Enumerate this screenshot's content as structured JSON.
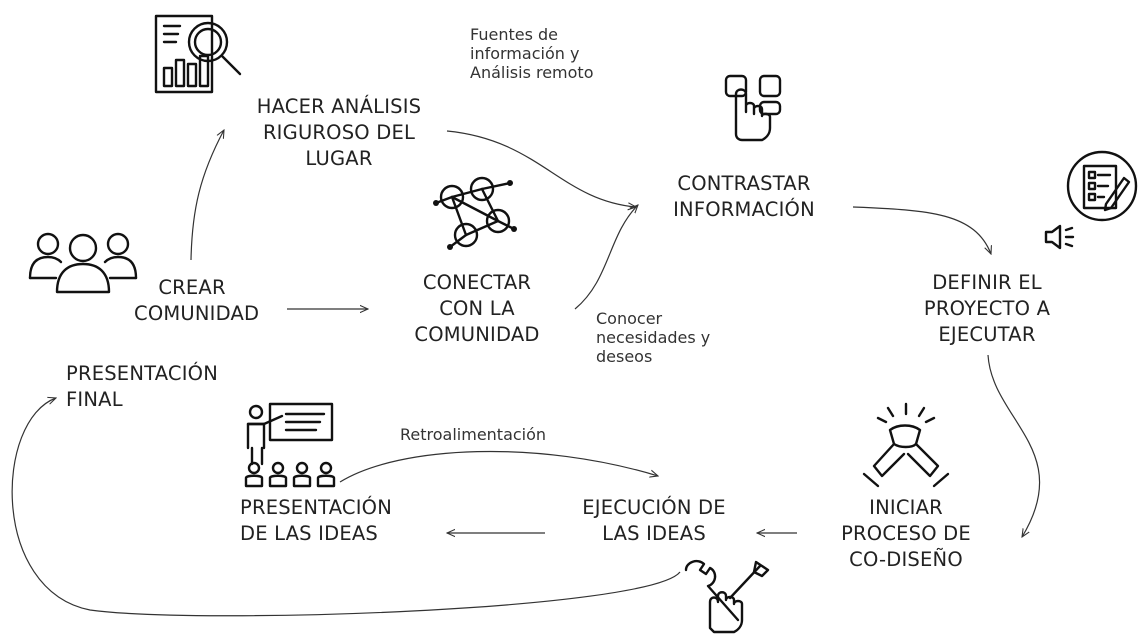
{
  "nodes": {
    "crear_comunidad": [
      "CREAR",
      "COMUNIDAD"
    ],
    "hacer_analisis": [
      "HACER ANÁLISIS",
      "RIGUROSO DEL",
      "LUGAR"
    ],
    "conectar_comunidad": [
      "CONECTAR",
      "CON LA",
      "COMUNIDAD"
    ],
    "contrastar": [
      "CONTRASTAR",
      "INFORMACIÓN"
    ],
    "definir_proyecto": [
      "DEFINIR EL",
      "PROYECTO A",
      "EJECUTAR"
    ],
    "iniciar_codiseno": [
      "INICIAR",
      "PROCESO DE",
      "CO-DISEÑO"
    ],
    "ejecucion_ideas": [
      "EJECUCIÓN DE",
      "LAS IDEAS"
    ],
    "presentacion_ideas": [
      "PRESENTACIÓN",
      "DE LAS IDEAS"
    ],
    "presentacion_final": [
      "PRESENTACIÓN",
      "FINAL"
    ]
  },
  "notes": {
    "fuentes": [
      "Fuentes de",
      "información y",
      "Análisis remoto"
    ],
    "conocer": [
      "Conocer",
      "necesidades y",
      "deseos"
    ],
    "retroalimentacion": [
      "Retroalimentación"
    ]
  },
  "icons": {
    "community": "community-icon",
    "analysis": "analysis-report-icon",
    "network": "network-people-icon",
    "touch": "touch-hand-icon",
    "checklist": "checklist-icon",
    "speaker": "speaker-icon",
    "handshake": "handshake-icon",
    "presentation": "presentation-icon",
    "tools": "tools-hand-icon"
  },
  "colors": {
    "ink": "#222222",
    "background": "#ffffff"
  }
}
